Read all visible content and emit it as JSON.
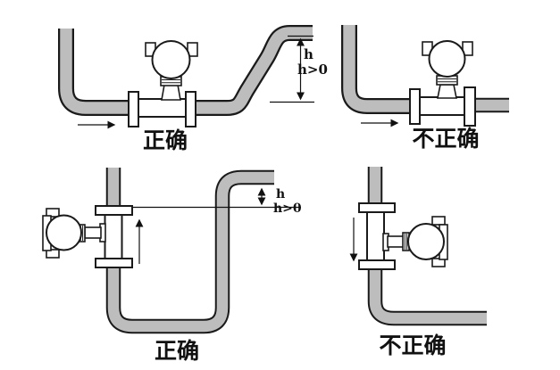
{
  "colors": {
    "background": "#ffffff",
    "pipe_fill": "#bdbdbd",
    "outline": "#1a1a1a",
    "component_fill": "#ffffff"
  },
  "diagrams": {
    "top_left": {
      "verdict_label": "正确",
      "dimension_label": "h",
      "dimension_condition": "h>0",
      "flow_direction": "right"
    },
    "top_right": {
      "verdict_label": "不正确",
      "flow_direction": "right"
    },
    "bottom_left": {
      "verdict_label": "正确",
      "dimension_label": "h",
      "dimension_condition": "h>0",
      "flow_direction": "up"
    },
    "bottom_right": {
      "verdict_label": "不正确",
      "flow_direction": "down"
    }
  }
}
